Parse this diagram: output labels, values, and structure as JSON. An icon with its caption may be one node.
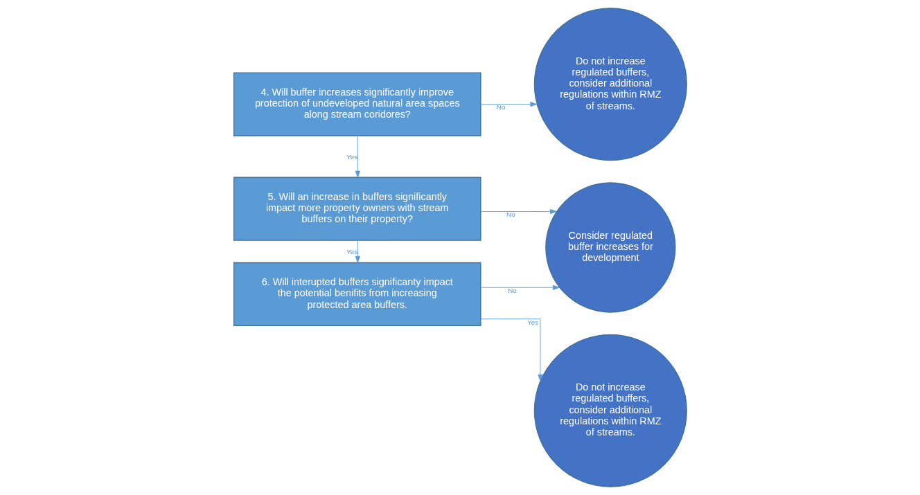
{
  "diagram": {
    "nodes": [
      {
        "text": [
          "4. Will buffer increases significantly improve protection of undeveloped natural area spaces along stream coridores?"
        ]
      },
      {
        "text": [
          "Do not increase regulated buffers, consider additional regulations within RMZ of streams."
        ]
      },
      {
        "text": [
          "5. Will an increase in buffers significantly impact more property owners with stream buffers on their property?"
        ]
      },
      {
        "text": [
          "Consider regulated buffer increases for development"
        ]
      },
      {
        "text": [
          "6. Will interupted buffers significanty impact the potential benifits from increasing protected area buffers."
        ]
      },
      {
        "text": [
          "Do not increase regulated buffers, consider additional regulations within RMZ of streams."
        ]
      }
    ],
    "edges": [
      {
        "from": 0,
        "to": 1,
        "arrow": "to",
        "label": "No"
      },
      {
        "from": 0,
        "to": 2,
        "arrow": "to",
        "label": "Yes"
      },
      {
        "from": 2,
        "to": 3,
        "arrow": "to",
        "label": "No"
      },
      {
        "from": 2,
        "to": 4,
        "arrow": "to",
        "label": "Yes"
      },
      {
        "from": 4,
        "to": 3,
        "arrow": "to",
        "label": "No"
      },
      {
        "from": 4,
        "to": 5,
        "arrow": "to",
        "label": "Yes"
      }
    ]
  }
}
